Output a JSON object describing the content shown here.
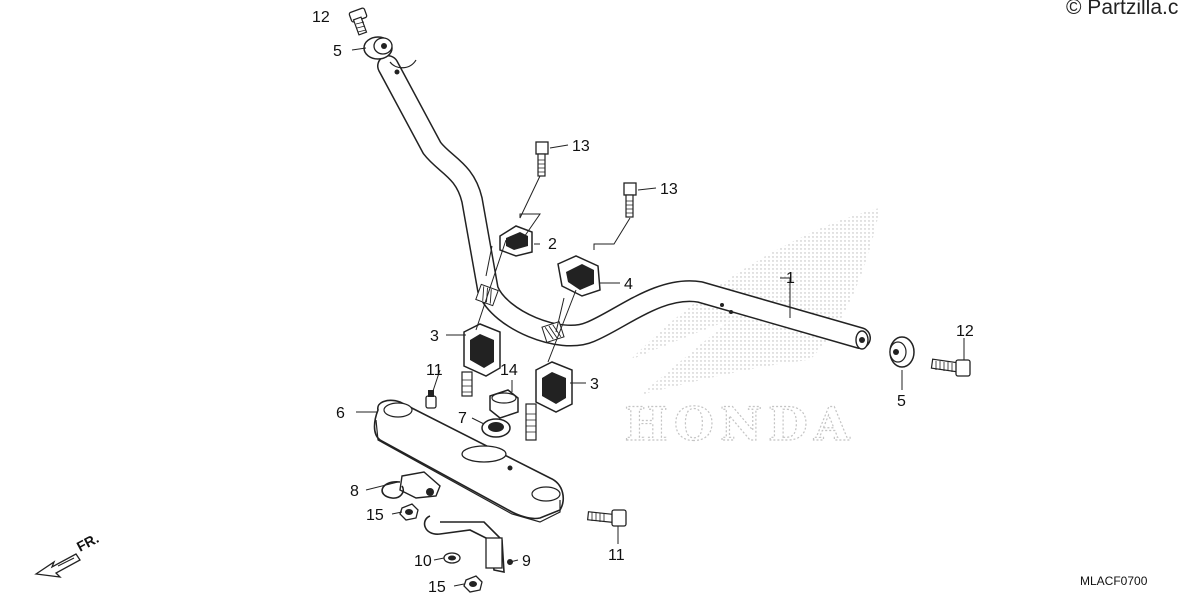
{
  "watermark": "© Partzilla.c",
  "diagram_code": "MLACF0700",
  "front_arrow_label": "FR.",
  "logo_text": "HONDA",
  "callouts": {
    "c1": "1",
    "c2": "2",
    "c3a": "3",
    "c3b": "3",
    "c4": "4",
    "c5a": "5",
    "c5b": "5",
    "c6": "6",
    "c7": "7",
    "c8": "8",
    "c9": "9",
    "c10": "10",
    "c11a": "11",
    "c11b": "11",
    "c12a": "12",
    "c12b": "12",
    "c13a": "13",
    "c13b": "13",
    "c14": "14",
    "c15a": "15",
    "c15b": "15"
  }
}
